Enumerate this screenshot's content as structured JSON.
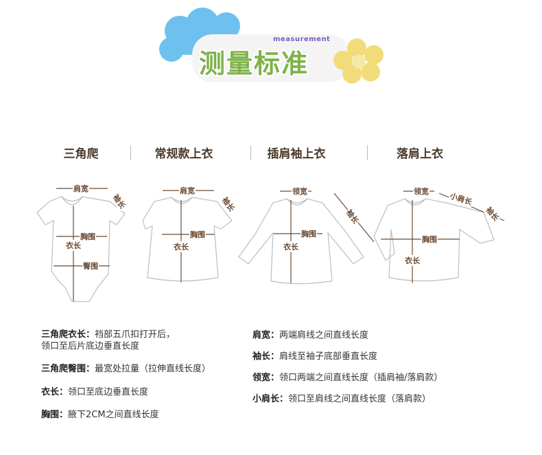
{
  "header": {
    "title": "测量标准",
    "subtitle": "measurement"
  },
  "columns": [
    "三角爬",
    "常规款上衣",
    "插肩袖上衣",
    "落肩上衣"
  ],
  "diagrams": {
    "onesie": {
      "shoulder": "肩宽",
      "sleeve": "袖长",
      "chest": "胸围",
      "length": "衣长",
      "hip": "臀围"
    },
    "regular": {
      "shoulder": "肩宽",
      "sleeve": "袖长",
      "chest": "胸围",
      "length": "衣长"
    },
    "raglan": {
      "neck": "领宽",
      "sleeve": "袖长",
      "chest": "胸围",
      "length": "衣长"
    },
    "dropped": {
      "neck": "领宽",
      "small_shoulder": "小肩长",
      "sleeve": "袖长",
      "chest": "胸围",
      "length": "衣长"
    }
  },
  "descriptions_left": [
    {
      "label": "三角爬衣长：",
      "text": "裆部五爪扣打开后，",
      "text2": "领口至后片底边垂直长度"
    },
    {
      "label": "三角爬臀围：",
      "text": "最宽处拉量（拉伸直线长度）"
    },
    {
      "label": "衣长：",
      "text": "领口至底边垂直长度"
    },
    {
      "label": "胸围：",
      "text": "腋下2CM之间直线长度"
    }
  ],
  "descriptions_right": [
    {
      "label": "肩宽：",
      "text": "两端肩线之间直线长度"
    },
    {
      "label": "袖长：",
      "text": "肩线至袖子底部垂直长度"
    },
    {
      "label": "领宽：",
      "text": "领口两端之间直线长度（插肩袖/落肩款）"
    },
    {
      "label": "小肩长：",
      "text": "领口至肩线之间直线长度（落肩款）"
    }
  ],
  "colors": {
    "title": "#7fb24a",
    "cloud": "#6ec1ee",
    "flower": "#f2dc7a",
    "annotation": "#6b4a32"
  }
}
